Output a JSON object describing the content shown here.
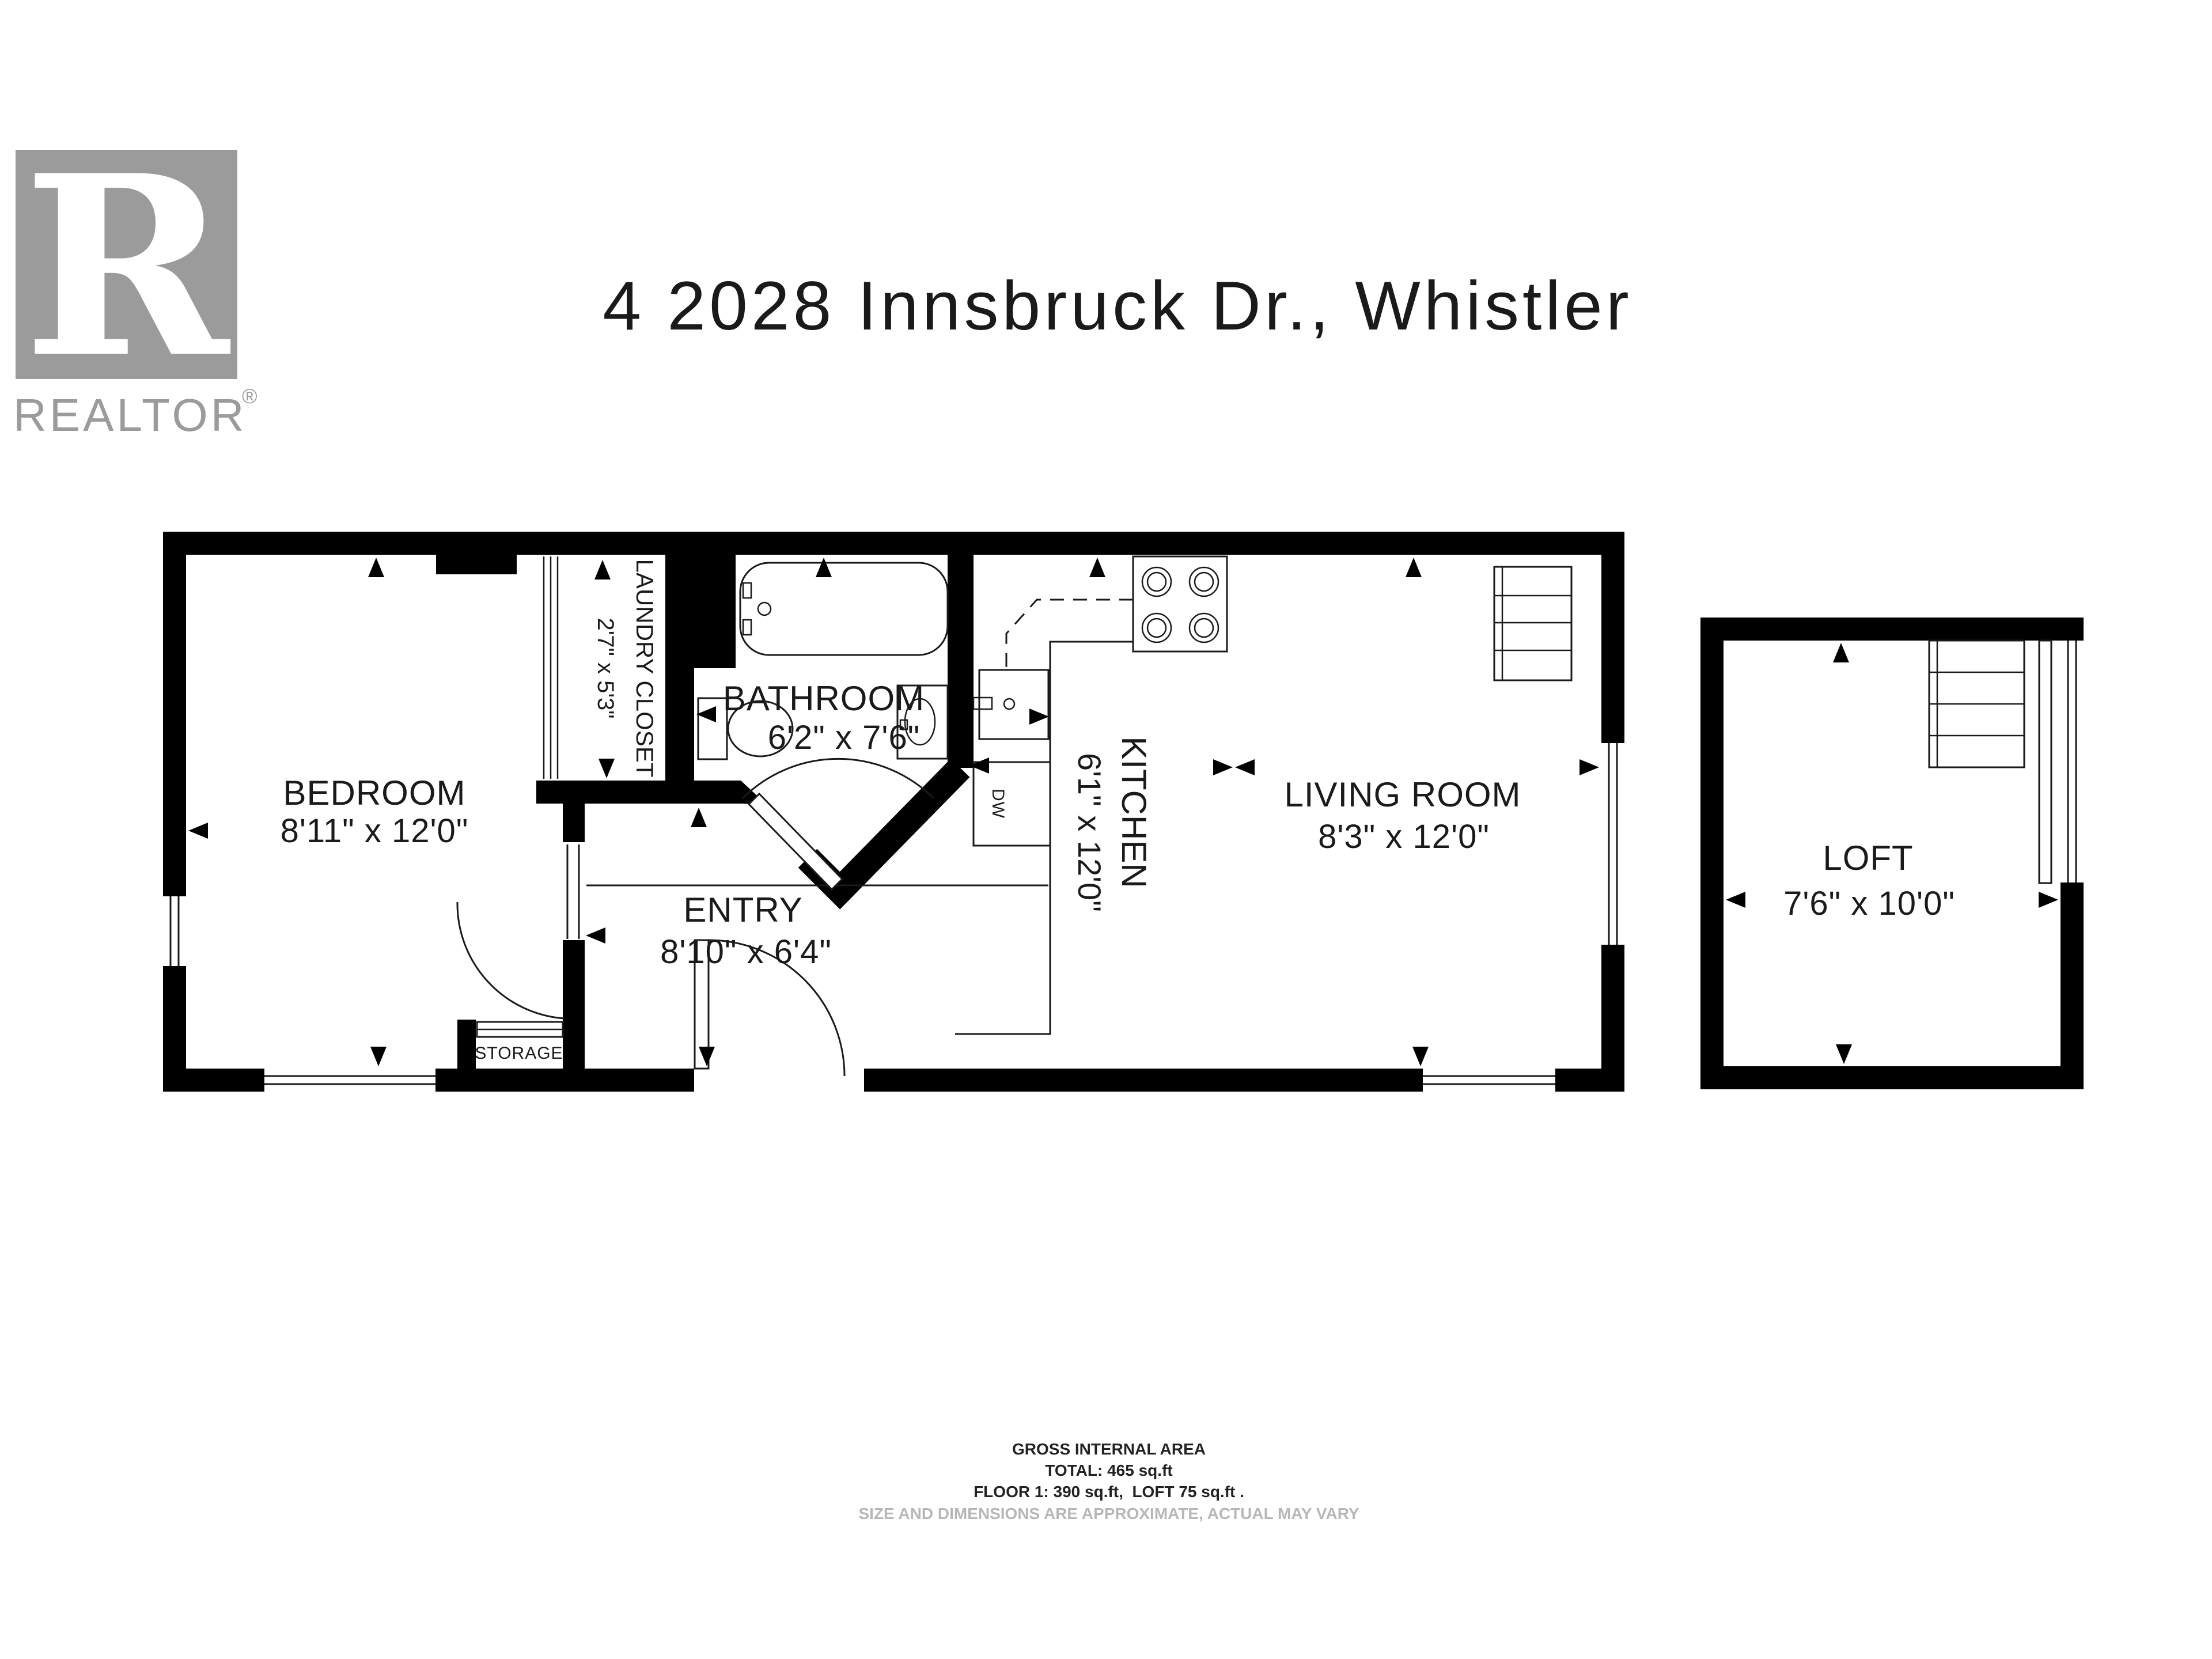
{
  "title": "4 2028 Innsbruck Dr., Whistler",
  "logo": {
    "letter": "R",
    "wordmark": "REALTOR",
    "registered": "®"
  },
  "rooms": {
    "bedroom": {
      "name": "BEDROOM",
      "dims": "8'11\" x 12'0\""
    },
    "laundry": {
      "name": "LAUNDRY CLOSET",
      "dims": "2'7\" x 5'3\""
    },
    "bathroom": {
      "name": "BATHROOM",
      "dims": "6'2\" x 7'6\""
    },
    "entry": {
      "name": "ENTRY",
      "dims": "8'10\" x 6'4\""
    },
    "kitchen": {
      "name": "KITCHEN",
      "dims": "6'1\" x 12'0\""
    },
    "living": {
      "name": "LIVING ROOM",
      "dims": "8'3\" x 12'0\""
    },
    "loft": {
      "name": "LOFT",
      "dims": "7'6\" x 10'0\""
    },
    "storage": {
      "name": "STORAGE"
    },
    "appliances": {
      "dishwasher": "DW"
    }
  },
  "footer": {
    "heading": "GROSS INTERNAL AREA",
    "total": "TOTAL: 465 sq.ft",
    "breakdown": "FLOOR 1: 390 sq.ft,  LOFT 75 sq.ft .",
    "disclaimer": "SIZE AND DIMENSIONS ARE APPROXIMATE, ACTUAL MAY VARY"
  },
  "colors": {
    "wall": "#000000",
    "line": "#1a1a1a",
    "logo_gray": "#9b9b9b",
    "muted_gray": "#b7b7b7"
  }
}
